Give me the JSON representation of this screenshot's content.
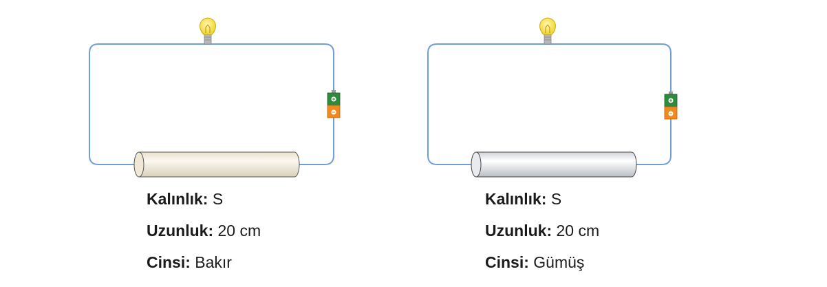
{
  "colors": {
    "wire": "#6f9fd8",
    "bulb": "#f4e24a",
    "battery_top": "#2e8b3e",
    "battery_bottom": "#f08a1e",
    "copper_rod": "#f3eee0",
    "silver_rod": "#e4e6ea"
  },
  "icons": [
    "light-bulb-icon",
    "battery-icon"
  ],
  "circuits": [
    {
      "material_color": "#f3eee0",
      "props": [
        {
          "key": "Kalınlık:",
          "value": "S"
        },
        {
          "key": "Uzunluk:",
          "value": "20 cm"
        },
        {
          "key": "Cinsi:",
          "value": "Bakır"
        }
      ]
    },
    {
      "material_color": "#e4e6ea",
      "props": [
        {
          "key": "Kalınlık:",
          "value": "S"
        },
        {
          "key": "Uzunluk:",
          "value": "20 cm"
        },
        {
          "key": "Cinsi:",
          "value": "Gümüş"
        }
      ]
    }
  ]
}
